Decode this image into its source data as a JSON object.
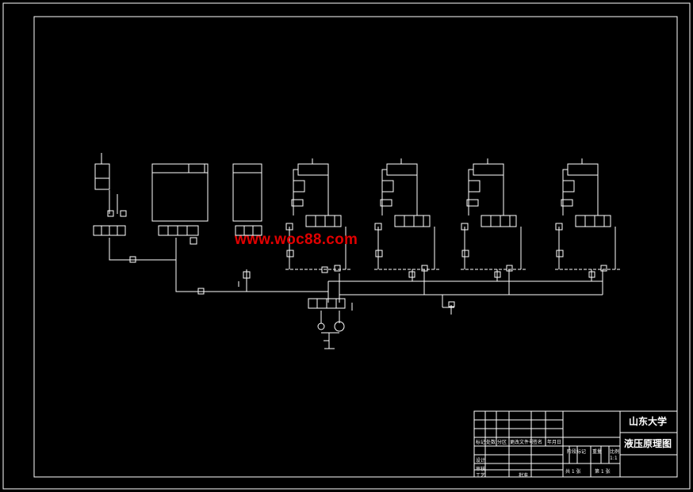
{
  "watermark": "www.woc88.com",
  "title_block": {
    "school": "山东大学",
    "drawing_name": "液压原理图",
    "scale": "1:1",
    "total_sheets": "共 1 张",
    "sheet_no": "第 1 张",
    "stage_label": "阶段标记",
    "weight_label": "重量",
    "ratio_label": "比例",
    "design_label": "设计",
    "check_label": "审核",
    "process_label": "工艺",
    "approve_label": "批准",
    "mark_label": "标记",
    "count_label": "处数",
    "zone_label": "分区",
    "doc_label": "更改文件号",
    "sign_label": "签名",
    "date_label": "年月日"
  },
  "colors": {
    "background": "#000000",
    "lines": "#ffffff",
    "watermark": "#e10000"
  }
}
